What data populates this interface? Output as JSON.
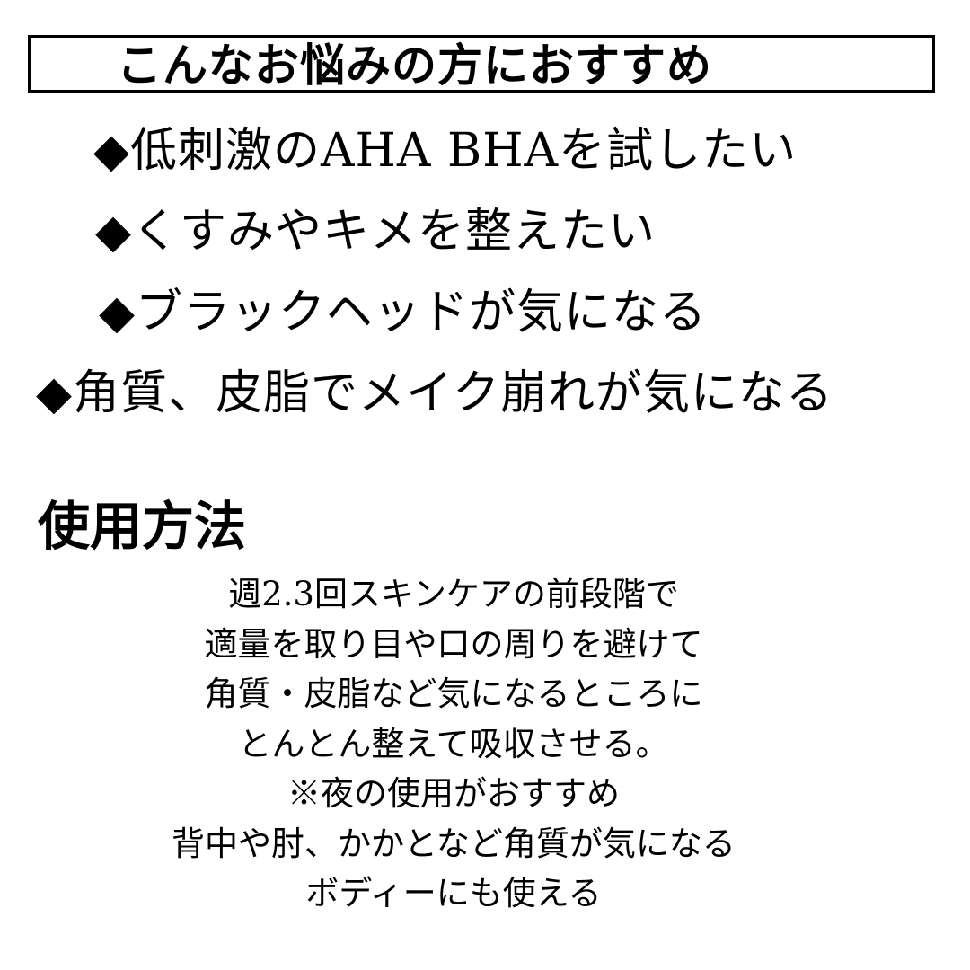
{
  "recommend": {
    "title": "こんなお悩みの方におすすめ",
    "bullet_icon": "black-diamond",
    "bullet_glyph": "◆",
    "items": [
      "低刺激のAHA BHAを試したい",
      "くすみやキメを整えたい",
      "ブラックヘッドが気になる",
      "角質、皮脂でメイク崩れが気になる"
    ]
  },
  "usage": {
    "heading": "使用方法",
    "lines": [
      "週2.3回スキンケアの前段階で",
      "適量を取り目や口の周りを避けて",
      "角質・皮脂など気になるところに",
      "とんとん整えて吸収させる。",
      "※夜の使用がおすすめ",
      "背中や肘、かかとなど角質が気になる",
      "ボディーにも使える"
    ]
  },
  "colors": {
    "background": "#ffffff",
    "text": "#000000",
    "border": "#000000"
  }
}
